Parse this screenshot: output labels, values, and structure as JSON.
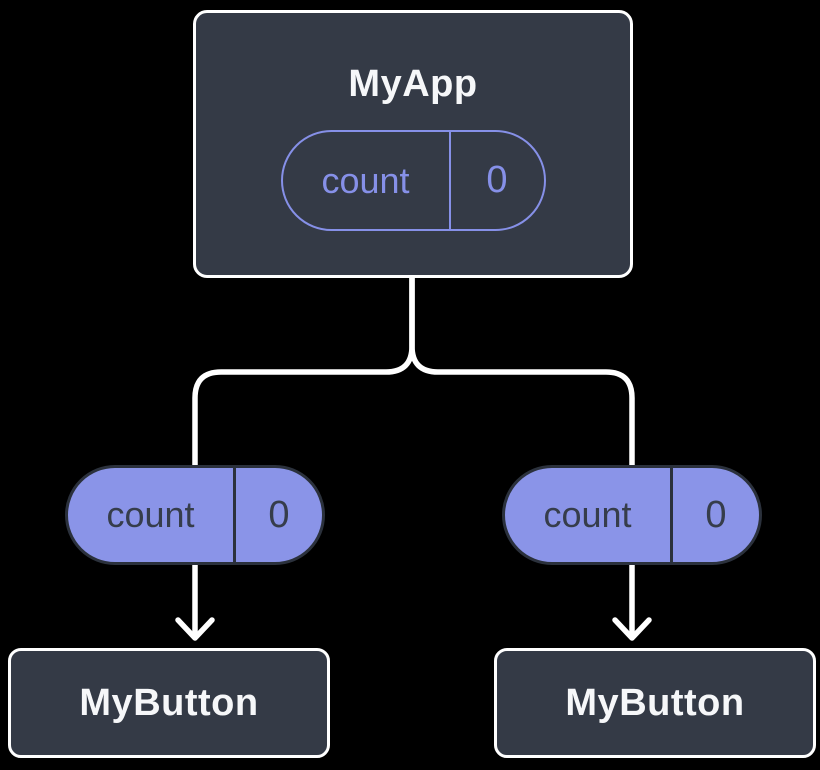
{
  "diagram": {
    "root": {
      "title": "MyApp",
      "state": {
        "label": "count",
        "value": "0"
      }
    },
    "children": [
      {
        "title": "MyButton",
        "prop": {
          "label": "count",
          "value": "0"
        }
      },
      {
        "title": "MyButton",
        "prop": {
          "label": "count",
          "value": "0"
        }
      }
    ]
  },
  "colors": {
    "background": "#000000",
    "node_fill": "#343A46",
    "node_border": "#FFFFFF",
    "node_text": "#F6F7F9",
    "pill_outline": "#8690E8",
    "pill_fill": "#8A94E8",
    "pill_dark_text": "#363D4B",
    "pill_dark_border": "#2B313C",
    "connector": "#FFFFFF"
  }
}
